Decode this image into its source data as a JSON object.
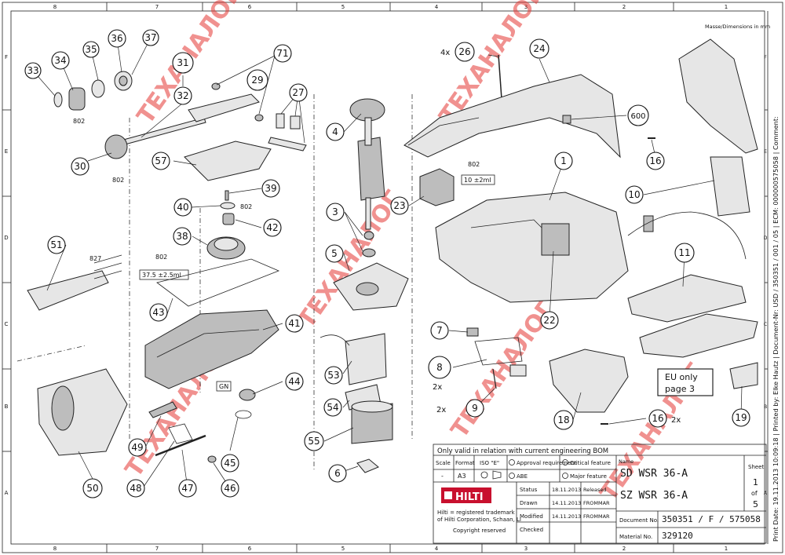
{
  "frame": {
    "columns_top": [
      "8",
      "7",
      "6",
      "5",
      "4",
      "3",
      "2",
      "1"
    ],
    "columns_bottom": [
      "8",
      "7",
      "6",
      "5",
      "4",
      "3",
      "2",
      "1"
    ],
    "rows_left": [
      "F",
      "E",
      "D",
      "C",
      "B",
      "A"
    ],
    "rows_right": [
      "F",
      "E",
      "D",
      "C",
      "B",
      "A"
    ]
  },
  "dimension_note": "Masse/Dimensions in mm",
  "callouts": [
    {
      "id": "c33",
      "label": "33"
    },
    {
      "id": "c34",
      "label": "34"
    },
    {
      "id": "c35",
      "label": "35"
    },
    {
      "id": "c36",
      "label": "36"
    },
    {
      "id": "c37",
      "label": "37"
    },
    {
      "id": "c31",
      "label": "31"
    },
    {
      "id": "c32",
      "label": "32"
    },
    {
      "id": "c71",
      "label": "71"
    },
    {
      "id": "c29",
      "label": "29"
    },
    {
      "id": "c27",
      "label": "27"
    },
    {
      "id": "c30",
      "label": "30"
    },
    {
      "id": "c57",
      "label": "57"
    },
    {
      "id": "c39",
      "label": "39"
    },
    {
      "id": "c40",
      "label": "40"
    },
    {
      "id": "c42",
      "label": "42"
    },
    {
      "id": "c38",
      "label": "38"
    },
    {
      "id": "c51",
      "label": "51"
    },
    {
      "id": "c43",
      "label": "43"
    },
    {
      "id": "c41",
      "label": "41"
    },
    {
      "id": "c44",
      "label": "44"
    },
    {
      "id": "c50",
      "label": "50"
    },
    {
      "id": "c49",
      "label": "49"
    },
    {
      "id": "c48",
      "label": "48"
    },
    {
      "id": "c47",
      "label": "47"
    },
    {
      "id": "c46",
      "label": "46"
    },
    {
      "id": "c45",
      "label": "45"
    },
    {
      "id": "c4",
      "label": "4"
    },
    {
      "id": "c3",
      "label": "3"
    },
    {
      "id": "c5",
      "label": "5"
    },
    {
      "id": "c53",
      "label": "53"
    },
    {
      "id": "c54",
      "label": "54"
    },
    {
      "id": "c55",
      "label": "55"
    },
    {
      "id": "c6",
      "label": "6"
    },
    {
      "id": "c26",
      "label": "26"
    },
    {
      "id": "c24",
      "label": "24"
    },
    {
      "id": "c23",
      "label": "23"
    },
    {
      "id": "c1",
      "label": "1"
    },
    {
      "id": "c22",
      "label": "22"
    },
    {
      "id": "c7",
      "label": "7"
    },
    {
      "id": "c8",
      "label": "8"
    },
    {
      "id": "c9",
      "label": "9"
    },
    {
      "id": "c18",
      "label": "18"
    },
    {
      "id": "c16a",
      "label": "16"
    },
    {
      "id": "c16b",
      "label": "16"
    },
    {
      "id": "c600",
      "label": "600"
    },
    {
      "id": "c10",
      "label": "10"
    },
    {
      "id": "c11",
      "label": "11"
    },
    {
      "id": "c19",
      "label": "19"
    }
  ],
  "small_labels": {
    "l802a": "802",
    "l802b": "802",
    "l802c": "802",
    "l802d": "802",
    "l802e": "802",
    "l827": "827",
    "l4x": "4x",
    "l2x_8": "2x",
    "l2x_9": "2x",
    "l2x_16": "2x",
    "lgn": "GN"
  },
  "boxes": {
    "dose_1": "37.5 ±2.5ml",
    "dose_2": "10 ±2ml",
    "eu_note_1": "EU only",
    "eu_note_2": "page 3"
  },
  "side_text": "Print Date: 19.11.2013 10:09:18 | Printed by: Elke Hautz | Document-Nr: USD / 350351 / 001 / 05 | ECM: 000000575058 | Comment:",
  "watermark": "ТЕХАНАЛОГ",
  "title_block": {
    "validity_note": "Only valid in relation with current engineering BOM",
    "scale_label": "Scale",
    "scale_value": "-",
    "format_label": "Format",
    "format_value": "A3",
    "iso_label": "ISO \"E\"",
    "approval_req": "Approval requirement",
    "abe": "ABE",
    "critical_feature": "Critical feature",
    "major_feature": "Major feature",
    "name_label": "Name",
    "name_line1": "SD WSR 36-A",
    "name_line2": "SZ WSR 36-A",
    "sheet_label": "Sheet",
    "sheet_num": "1",
    "sheet_of": "of",
    "sheet_total": "5",
    "logo": "HILTI",
    "trademark_line1": "Hilti = registered trademark",
    "trademark_line2": "of Hilti Corporation, Schaan, LI",
    "copyright": "Copyright reserved",
    "status_label": "Status",
    "status_date": "18.11.2013",
    "status_value": "Released",
    "drawn_label": "Drawn",
    "drawn_date": "14.11.2013",
    "drawn_by": "FROMMAR",
    "modified_label": "Modified",
    "modified_date": "14.11.2013",
    "modified_by": "FROMMAR",
    "checked_label": "Checked",
    "docno_label": "Document No.",
    "docno_value": "350351 / F / 575058",
    "matno_label": "Material No.",
    "matno_value": "329120"
  }
}
